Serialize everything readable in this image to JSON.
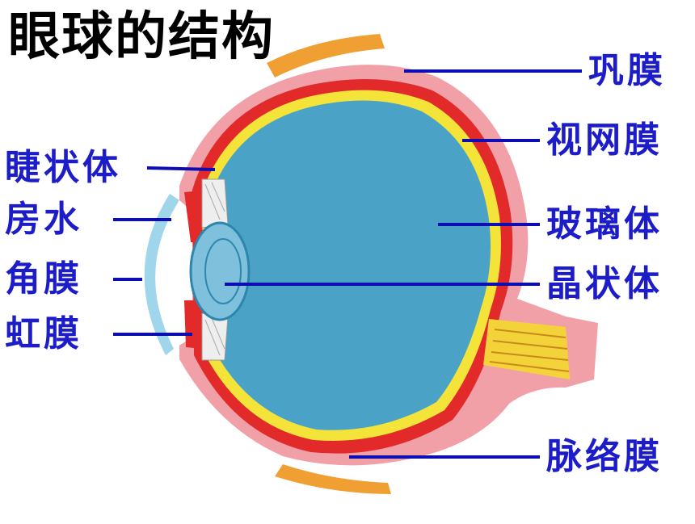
{
  "title": "眼球的结构",
  "colors": {
    "label": "#1c1cc8",
    "line": "#0d0db4",
    "vitreous": "#4aa3c7",
    "retina": "#f4e43a",
    "choroid": "#e22a2a",
    "sclera": "#f2a0a8",
    "muscle": "#f0a033"
  },
  "left_labels": [
    {
      "id": "ciliary-body",
      "text": "睫状体"
    },
    {
      "id": "aqueous-humor",
      "text": "房水"
    },
    {
      "id": "cornea",
      "text": "角膜"
    },
    {
      "id": "iris",
      "text": "虹膜"
    }
  ],
  "right_labels": [
    {
      "id": "sclera",
      "text": "巩膜"
    },
    {
      "id": "retina",
      "text": "视网膜"
    },
    {
      "id": "vitreous-body",
      "text": "玻璃体"
    },
    {
      "id": "lens",
      "text": "晶状体"
    },
    {
      "id": "choroid",
      "text": "脉络膜"
    }
  ]
}
